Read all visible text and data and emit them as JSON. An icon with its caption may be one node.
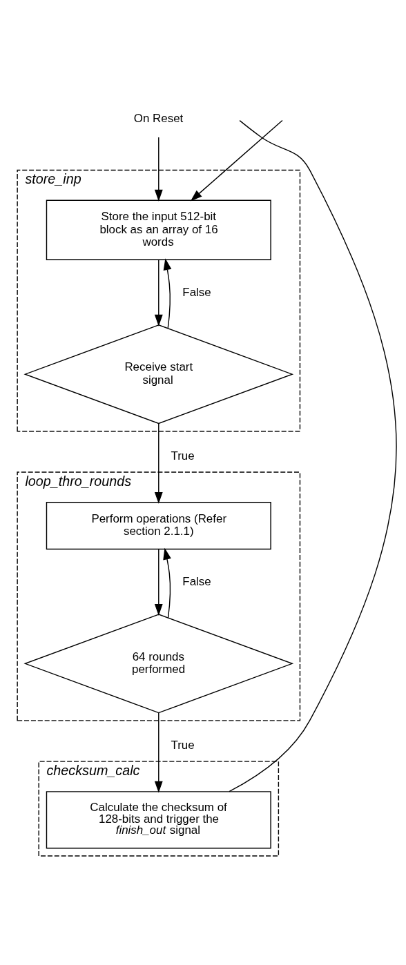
{
  "diagram": {
    "nodes": [
      {
        "text": [
          "On Reset"
        ]
      },
      {
        "text": [
          "store_inp"
        ]
      },
      {
        "text": [
          "Store the input 512-bit block as an array of 16 words"
        ],
        "in": 1
      },
      {
        "text": [
          "Receive start signal"
        ],
        "in": 1
      },
      {
        "text": [
          "loop_thro_rounds"
        ]
      },
      {
        "text": [
          "Perform operations (Refer section 2.1.1)"
        ],
        "in": 4
      },
      {
        "text": [
          "64 rounds performed"
        ],
        "in": 4
      },
      {
        "text": [
          "checksum_calc"
        ]
      },
      {
        "text": [
          "Calculate the checksum of 128-bits and trigger the *finish_out* signal"
        ],
        "in": 7
      }
    ],
    "edges": [
      {
        "from": 0,
        "to": 2,
        "arrow": "to"
      },
      {
        "from": 2,
        "to": 3,
        "arrow": "to"
      },
      {
        "from": 3,
        "to": 2,
        "arrow": "to",
        "label": "False"
      },
      {
        "from": 3,
        "to": 5,
        "arrow": "to",
        "label": "True"
      },
      {
        "from": 5,
        "to": 6,
        "arrow": "to"
      },
      {
        "from": 6,
        "to": 5,
        "arrow": "to",
        "label": "False"
      },
      {
        "from": 6,
        "to": 8,
        "arrow": "to",
        "label": "True"
      },
      {
        "from": 8,
        "to": null,
        "arrow": "none"
      },
      {
        "from": null,
        "to": 2,
        "arrow": "to"
      }
    ]
  }
}
